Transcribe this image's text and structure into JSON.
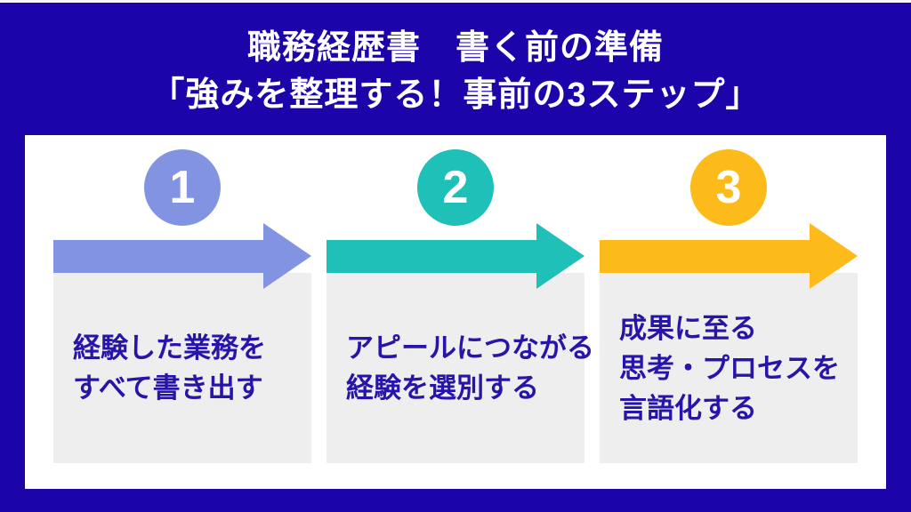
{
  "title": {
    "line1": "職務経歴書　書く前の準備",
    "line2": "「強みを整理する！事前の3ステップ」"
  },
  "colors": {
    "background": "#1b04aa",
    "panel": "#ffffff",
    "top_strip": "#f7f7fb",
    "step_box": "#eeeeee",
    "step_text": "#2714a8",
    "title_text": "#ffffff",
    "step_number_text": "#ffffff"
  },
  "steps": [
    {
      "number": "1",
      "accent": "#8294e1",
      "lines": [
        "経験した業務を",
        "すべて書き出す"
      ]
    },
    {
      "number": "2",
      "accent": "#1fc0b8",
      "lines": [
        "アピールにつながる",
        "経験を選別する"
      ]
    },
    {
      "number": "3",
      "accent": "#fcba1b",
      "lines": [
        "成果に至る",
        "思考・プロセスを",
        "言語化する"
      ]
    }
  ]
}
